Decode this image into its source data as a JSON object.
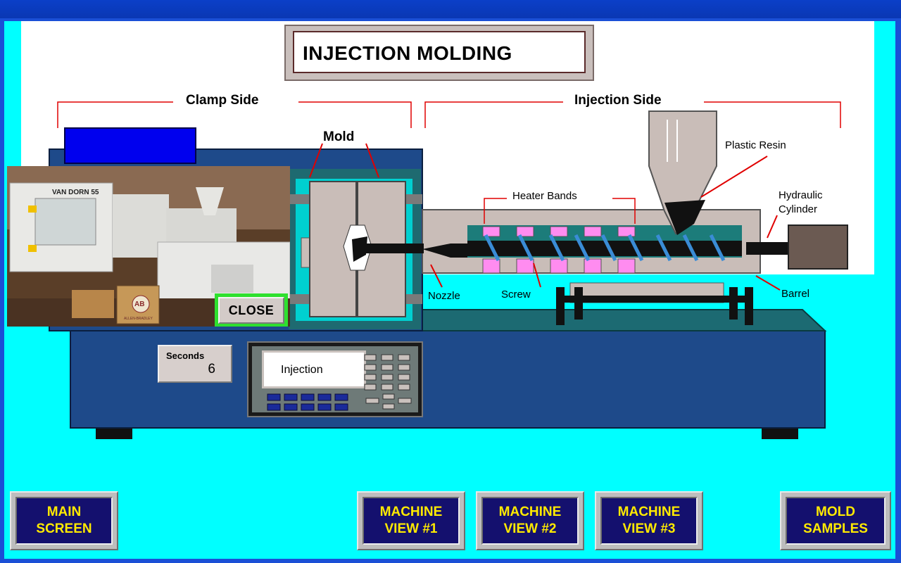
{
  "title": "INJECTION MOLDING",
  "labels": {
    "clamp_side": "Clamp Side",
    "injection_side": "Injection Side",
    "mold": "Mold",
    "plastic_resin": "Plastic Resin",
    "heater_bands": "Heater Bands",
    "hydraulic_cylinder_1": "Hydraulic",
    "hydraulic_cylinder_2": "Cylinder",
    "nozzle": "Nozzle",
    "screw": "Screw",
    "barrel": "Barrel"
  },
  "photo": {
    "close_label": "CLOSE",
    "brand_text": "VAN DORN 55",
    "box_text": "AB",
    "box_subtext": "ALLEN-BRADLEY"
  },
  "timer": {
    "label": "Seconds",
    "value": "6"
  },
  "control_panel": {
    "display": "Injection"
  },
  "nav": [
    {
      "label": "MAIN\nSCREEN"
    },
    {
      "label": "MACHINE\nVIEW #1"
    },
    {
      "label": "MACHINE\nVIEW #2"
    },
    {
      "label": "MACHINE\nVIEW #3"
    },
    {
      "label": "MOLD\nSAMPLES"
    }
  ],
  "colors": {
    "machine_blue": "#1e4a8a",
    "floor_cyan": "#00ffff",
    "heater_pink": "#ff8cf0",
    "button_face": "#14106e",
    "button_text": "#ffea00",
    "annotation_red": "#e00000"
  }
}
